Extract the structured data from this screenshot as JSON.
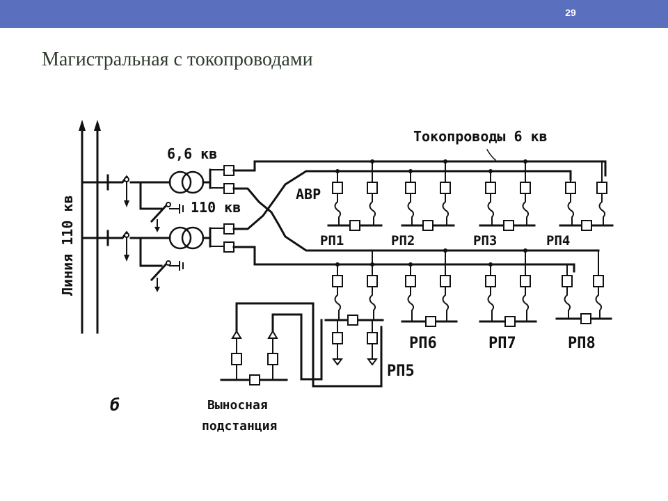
{
  "slide": {
    "number": "29",
    "title": "Магистральная с токопроводами"
  },
  "diagram": {
    "labels": {
      "line": "Линия 110 кв",
      "v66": "6,6 кв",
      "v110": "110 кв",
      "busducts": "Токопроводы 6 кв",
      "avr": "АВР",
      "rp1": "РП1",
      "rp2": "РП2",
      "rp3": "РП3",
      "rp4": "РП4",
      "rp5": "РП5",
      "rp6": "РП6",
      "rp7": "РП7",
      "rp8": "РП8",
      "fig": "б",
      "remote1": "Выносная",
      "remote2": "подстанция"
    }
  }
}
